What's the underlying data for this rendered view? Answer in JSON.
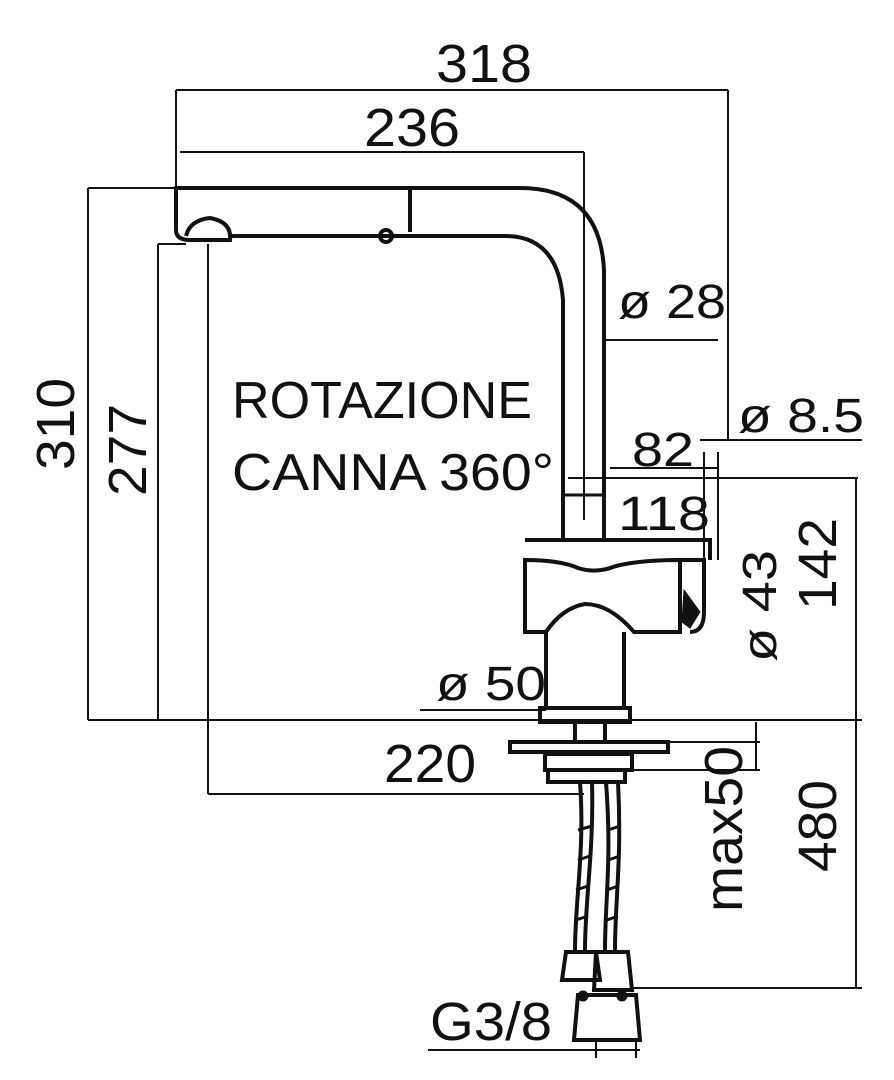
{
  "drawing": {
    "note": {
      "line1": "ROTAZIONE",
      "line2": "CANNA 360°"
    },
    "dimensions": {
      "overall_width": "318",
      "spout_reach": "236",
      "spout_diameter": "ø 28",
      "hose_diameter": "ø 8.5",
      "dim_82": "82",
      "dim_118": "118",
      "body_height": "142",
      "body_diameter": "ø 43",
      "base_diameter": "ø 50",
      "total_height": "310",
      "outlet_height": "277",
      "reach_220": "220",
      "max_thickness": "max50",
      "hose_length": "480",
      "connection": "G3/8"
    }
  }
}
